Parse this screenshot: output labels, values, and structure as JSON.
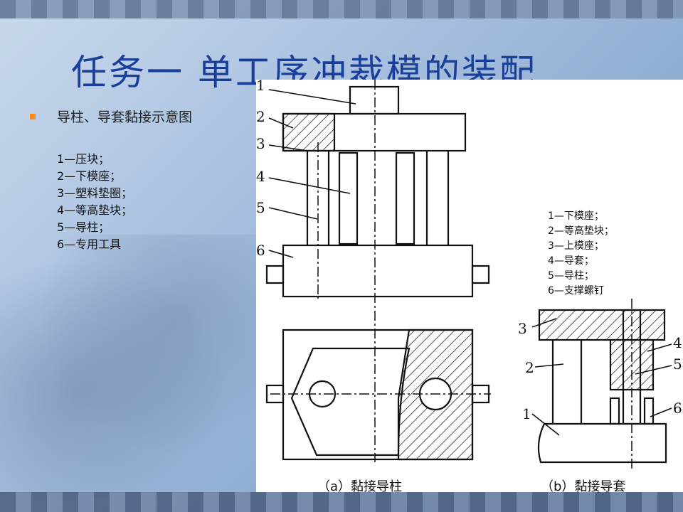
{
  "slide": {
    "title": "任务一   单工序冲裁模的装配",
    "bullet": "导柱、导套黏接示意图"
  },
  "legend_left": [
    "1—压块；",
    "2—下模座；",
    "3—塑料垫圈；",
    " 4—等高垫块；",
    "5—导柱；",
    "6—专用工具"
  ],
  "legend_right": [
    "1—下模座；",
    "2—等高垫块；",
    "3—上模座；",
    " 4—导套；",
    "5—导柱；",
    "6—支撑螺钉"
  ],
  "figure_a": {
    "labels": [
      "1",
      "2",
      "3",
      "4",
      "5",
      "6"
    ],
    "caption": "（a）黏接导柱"
  },
  "figure_b": {
    "labels": [
      "3",
      "2",
      "1",
      "4",
      "5",
      "6"
    ],
    "caption": "（b）黏接导套"
  },
  "colors": {
    "title": "#1a3f9a",
    "bullet": "#ff8c1a",
    "line": "#111111"
  }
}
